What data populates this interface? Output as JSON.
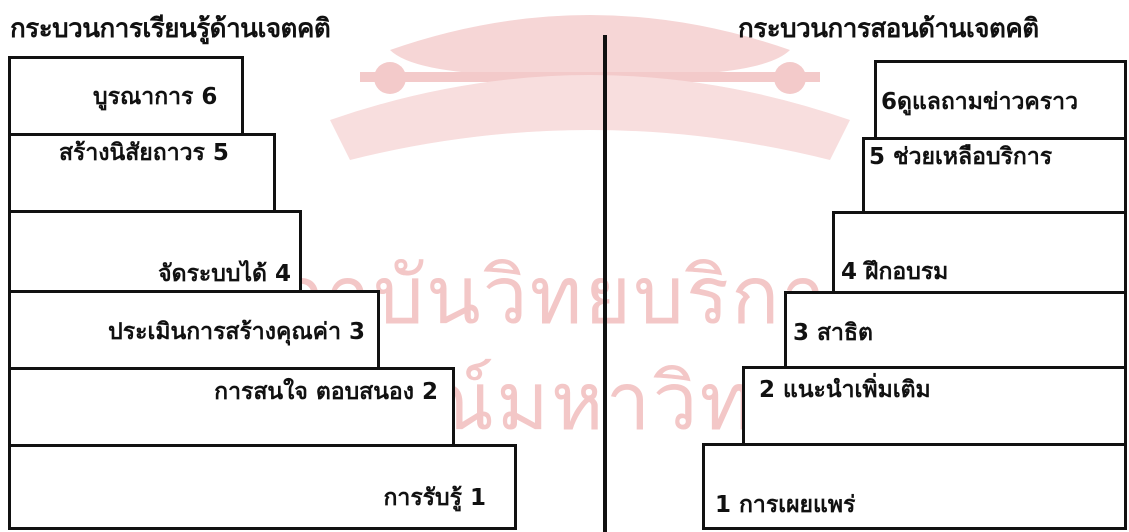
{
  "watermark": {
    "line1": "สถาบันวิทยบริการ",
    "line2": "จุฬาลงกรณ์มหาวิทยาลัย"
  },
  "left": {
    "title": "กระบวนการเรียนรู้ด้านเจตคติ",
    "steps": [
      {
        "label": "บูรณาการ  6"
      },
      {
        "label": "สร้างนิสัยถาวร 5"
      },
      {
        "label": "จัดระบบได้  4"
      },
      {
        "label": "ประเมินการสร้างคุณค่า  3"
      },
      {
        "label": "การสนใจ ตอบสนอง  2"
      },
      {
        "label": "การรับรู้  1"
      }
    ]
  },
  "right": {
    "title": "กระบวนการสอนด้านเจตคติ",
    "steps": [
      {
        "label": "6ดูแลถามข่าวคราว"
      },
      {
        "label": "5 ช่วยเหลือบริการ"
      },
      {
        "label": "4 ฝึกอบรม"
      },
      {
        "label": "3 สาธิต"
      },
      {
        "label": "2  แนะนำเพิ่มเติม"
      },
      {
        "label": "1   การเผยแพร่"
      }
    ]
  }
}
